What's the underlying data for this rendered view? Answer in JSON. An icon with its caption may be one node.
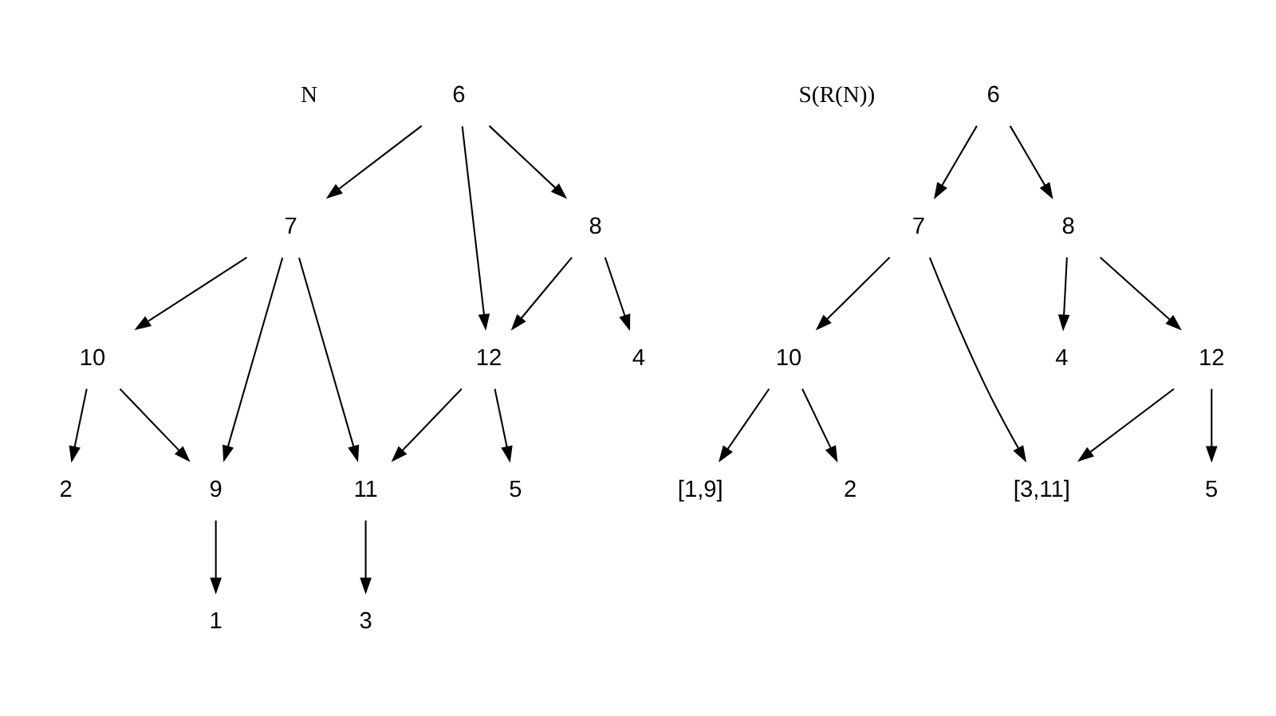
{
  "diagram": {
    "nodes": [
      {
        "text": [
          "6"
        ]
      },
      {
        "text": [
          "7"
        ]
      },
      {
        "text": [
          "8"
        ]
      },
      {
        "text": [
          "12"
        ]
      },
      {
        "text": [
          "4"
        ]
      },
      {
        "text": [
          "10"
        ]
      },
      {
        "text": [
          "11"
        ]
      },
      {
        "text": [
          "5"
        ]
      },
      {
        "text": [
          "9"
        ]
      },
      {
        "text": [
          "2"
        ]
      },
      {
        "text": [
          "3"
        ]
      },
      {
        "text": [
          "1"
        ]
      },
      {
        "text": [
          "6"
        ]
      },
      {
        "text": [
          "7"
        ]
      },
      {
        "text": [
          "8"
        ]
      },
      {
        "text": [
          "4"
        ]
      },
      {
        "text": [
          "12"
        ]
      },
      {
        "text": [
          "10"
        ]
      },
      {
        "text": [
          "[3,11]"
        ]
      },
      {
        "text": [
          "5"
        ]
      },
      {
        "text": [
          "[1,9]"
        ]
      },
      {
        "text": [
          "2"
        ]
      }
    ],
    "edges": [
      {
        "from": 0,
        "to": 1,
        "arrow": "to"
      },
      {
        "from": 0,
        "to": 2,
        "arrow": "to"
      },
      {
        "from": 0,
        "to": 3,
        "arrow": "to"
      },
      {
        "from": 1,
        "to": 8,
        "arrow": "to"
      },
      {
        "from": 1,
        "to": 5,
        "arrow": "to"
      },
      {
        "from": 1,
        "to": 6,
        "arrow": "to"
      },
      {
        "from": 2,
        "to": 4,
        "arrow": "to"
      },
      {
        "from": 2,
        "to": 3,
        "arrow": "to"
      },
      {
        "from": 3,
        "to": 6,
        "arrow": "to"
      },
      {
        "from": 3,
        "to": 7,
        "arrow": "to"
      },
      {
        "from": 5,
        "to": 8,
        "arrow": "to"
      },
      {
        "from": 5,
        "to": 9,
        "arrow": "to"
      },
      {
        "from": 6,
        "to": 10,
        "arrow": "to"
      },
      {
        "from": 8,
        "to": 11,
        "arrow": "to"
      },
      {
        "from": 12,
        "to": 13,
        "arrow": "to"
      },
      {
        "from": 12,
        "to": 14,
        "arrow": "to"
      },
      {
        "from": 13,
        "to": 17,
        "arrow": "to"
      },
      {
        "from": 13,
        "to": 18,
        "arrow": "to"
      },
      {
        "from": 14,
        "to": 15,
        "arrow": "to"
      },
      {
        "from": 14,
        "to": 16,
        "arrow": "to"
      },
      {
        "from": 16,
        "to": 18,
        "arrow": "to"
      },
      {
        "from": 16,
        "to": 19,
        "arrow": "to"
      },
      {
        "from": 17,
        "to": 20,
        "arrow": "to"
      },
      {
        "from": 17,
        "to": 21,
        "arrow": "to"
      }
    ],
    "labels": [
      "N",
      "S(R(N))"
    ]
  }
}
